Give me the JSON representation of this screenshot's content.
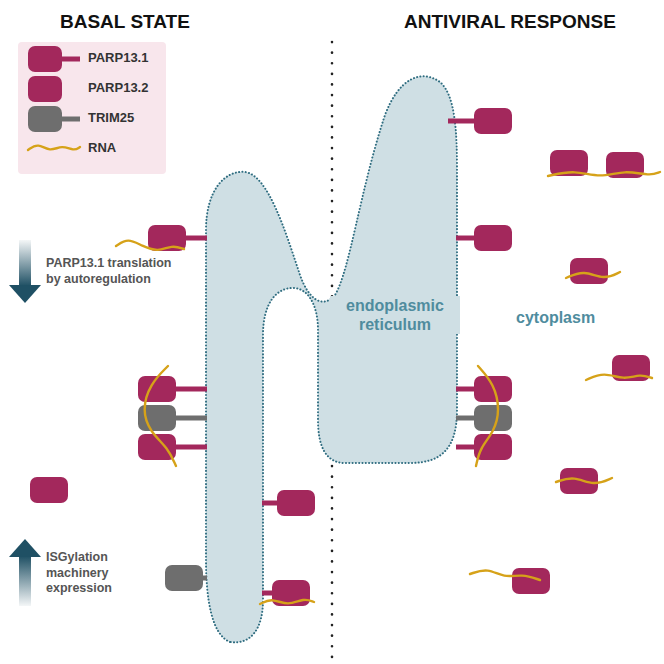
{
  "diagram": {
    "nodes": [
      {
        "text": [
          "endoplasmic reticulum"
        ]
      }
    ],
    "labels": [
      "BASAL STATE",
      "ANTIVIRAL RESPONSE",
      "PARP13.1 translation by autoregulation",
      "ISGylation machinery expression",
      "cytoplasm"
    ],
    "legend": [
      {
        "text": "PARP13.1"
      },
      {
        "text": "PARP13.2"
      },
      {
        "text": "TRIM25"
      },
      {
        "text": "RNA"
      }
    ]
  }
}
